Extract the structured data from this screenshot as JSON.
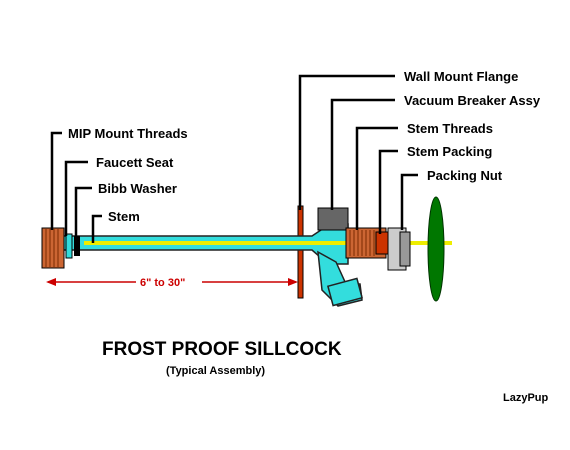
{
  "diagram": {
    "title": "FROST PROOF SILLCOCK",
    "subtitle": "(Typical Assembly)",
    "credit": "LazyPup",
    "dimension": "6\" to 30\"",
    "labels": {
      "wall_mount_flange": "Wall Mount Flange",
      "vacuum_breaker": "Vacuum Breaker Assy",
      "stem_threads": "Stem Threads",
      "stem_packing": "Stem Packing",
      "packing_nut": "Packing Nut",
      "mip_threads": "MIP Mount Threads",
      "faucett_seat": "Faucett Seat",
      "bibb_washer": "Bibb Washer",
      "stem": "Stem"
    }
  },
  "colors": {
    "pipe": "#33dddd",
    "pipe_outline": "#222222",
    "stem": "#eeee00",
    "threads": "#cc6633",
    "flange": "#cc3300",
    "handle": "#007700",
    "dimension": "#cc0000",
    "breaker": "#666666"
  }
}
